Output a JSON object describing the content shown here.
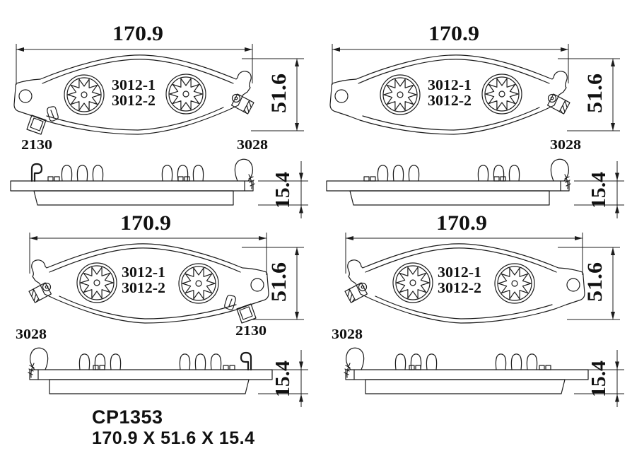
{
  "drawing": {
    "background_color": "#ffffff",
    "line_color": "#1c1c1c"
  },
  "annotations": {
    "width": "170.9",
    "height": "51.6",
    "thickness": "15.4",
    "backing_code_line1": "3012-1",
    "backing_code_line2": "3012-2",
    "clip_code": "2130",
    "wear_sensor_code": "3028"
  },
  "footer": {
    "part_number": "CP1353",
    "overall_dimensions": "170.9 X 51.6 X 15.4"
  }
}
